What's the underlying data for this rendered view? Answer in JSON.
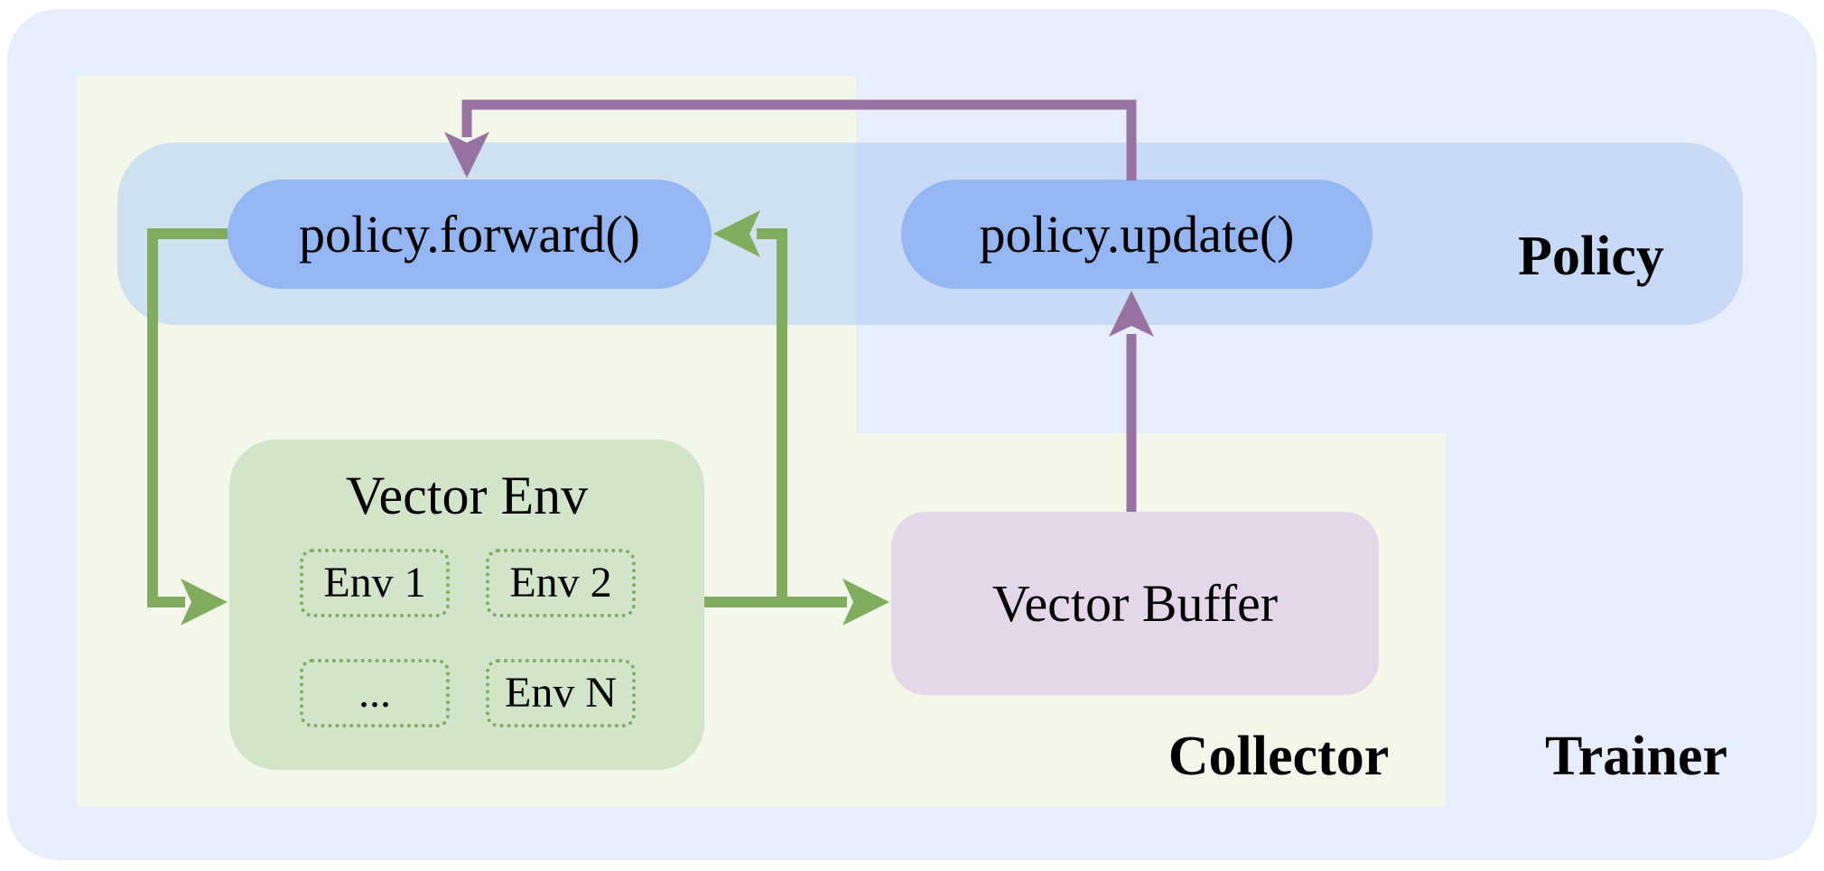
{
  "colors": {
    "trainer_bg": "#e8edfc",
    "collector_bg": "#f3f7e9",
    "policy_band": "rgba(165,197,247,0.47)",
    "pill_bg": "#94b6f2",
    "env_bg": "#d2e4ca",
    "env_border": "#82ab63",
    "buffer_bg": "#e3d7e9",
    "arrow_green": "#81ab5f",
    "arrow_purple": "#9673a3",
    "text": "#000000"
  },
  "policy": {
    "label": "Policy",
    "forward_label": "policy.forward()",
    "update_label": "policy.update()"
  },
  "collector": {
    "label": "Collector",
    "vector_env_title": "Vector Env",
    "envs": [
      "Env 1",
      "Env 2",
      "...",
      "Env N"
    ],
    "buffer_label": "Vector Buffer"
  },
  "trainer": {
    "label": "Trainer"
  }
}
